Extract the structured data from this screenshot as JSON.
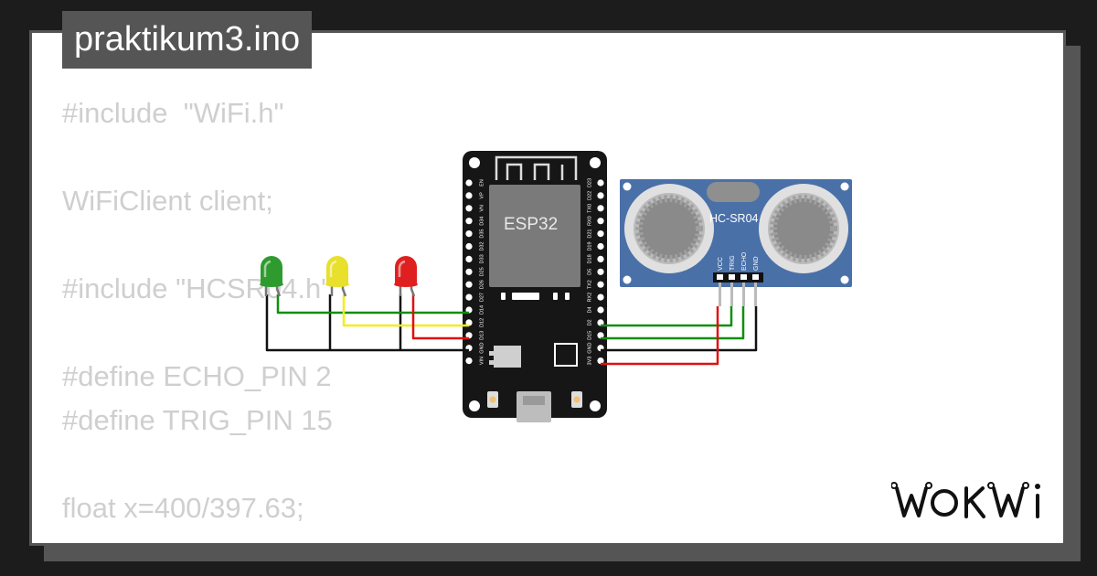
{
  "window": {
    "title": "praktikum3.ino"
  },
  "code_lines": [
    "#include  \"WiFi.h\"",
    "",
    "WiFiClient client;",
    "",
    "#include \"HCSR04.h\"",
    "",
    "#define ECHO_PIN 2",
    "#define TRIG_PIN 15",
    "",
    "float x=400/397.63;"
  ],
  "board": {
    "label": "ESP32",
    "left_pins": [
      "EN",
      "VP",
      "VN",
      "D34",
      "D35",
      "D32",
      "D33",
      "D25",
      "D26",
      "D27",
      "D14",
      "D12",
      "D13",
      "GND",
      "VIN"
    ],
    "right_pins": [
      "D23",
      "D22",
      "TX0",
      "RX0",
      "D21",
      "D19",
      "D18",
      "D5",
      "TX2",
      "RX2",
      "D4",
      "D2",
      "D15",
      "GND",
      "3V3"
    ]
  },
  "sensor": {
    "label": "HC-SR04",
    "pins": [
      "VCC",
      "TRIG",
      "ECHO",
      "GND"
    ]
  },
  "leds": [
    {
      "name": "green-led",
      "color": "#2e9b2e"
    },
    {
      "name": "yellow-led",
      "color": "#e8e02a"
    },
    {
      "name": "red-led",
      "color": "#e02020"
    }
  ],
  "wire_colors": {
    "green": "#0f8f0f",
    "yellow": "#f2ee1c",
    "red": "#e01010",
    "black": "#111111"
  },
  "brand": {
    "logo_text": "WOKWI"
  }
}
